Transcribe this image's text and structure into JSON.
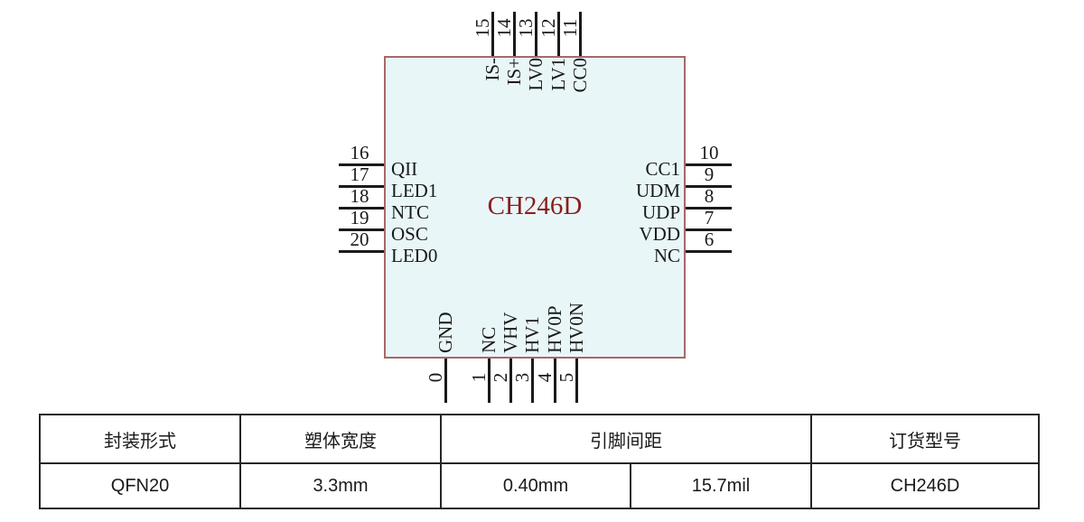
{
  "chip": {
    "name": "CH246D",
    "name_color": "#8B1E1E",
    "body_fill": "#E9F6F8",
    "body_border": "#A86868",
    "line_color": "#1A1A1A"
  },
  "pins": {
    "top": [
      {
        "num": "15",
        "label": "IS-"
      },
      {
        "num": "14",
        "label": "IS+"
      },
      {
        "num": "13",
        "label": "LV0"
      },
      {
        "num": "12",
        "label": "LV1"
      },
      {
        "num": "11",
        "label": "CC0"
      }
    ],
    "left": [
      {
        "num": "16",
        "label": "QII"
      },
      {
        "num": "17",
        "label": "LED1"
      },
      {
        "num": "18",
        "label": "NTC"
      },
      {
        "num": "19",
        "label": "OSC"
      },
      {
        "num": "20",
        "label": "LED0"
      }
    ],
    "right": [
      {
        "num": "10",
        "label": "CC1"
      },
      {
        "num": "9",
        "label": "UDM"
      },
      {
        "num": "8",
        "label": "UDP"
      },
      {
        "num": "7",
        "label": "VDD"
      },
      {
        "num": "6",
        "label": "NC"
      }
    ],
    "bottom": [
      {
        "num": "0",
        "label": "GND"
      },
      {
        "num": "1",
        "label": "NC"
      },
      {
        "num": "2",
        "label": "VHV"
      },
      {
        "num": "3",
        "label": "HV1"
      },
      {
        "num": "4",
        "label": "HV0P"
      },
      {
        "num": "5",
        "label": "HV0N"
      }
    ]
  },
  "spec_table": {
    "headers": {
      "package_type": "封装形式",
      "body_width": "塑体宽度",
      "pin_pitch": "引脚间距",
      "order_part": "订货型号"
    },
    "row": {
      "package_type": "QFN20",
      "body_width": "3.3mm",
      "pin_pitch_mm": "0.40mm",
      "pin_pitch_mil": "15.7mil",
      "order_part": "CH246D"
    }
  }
}
